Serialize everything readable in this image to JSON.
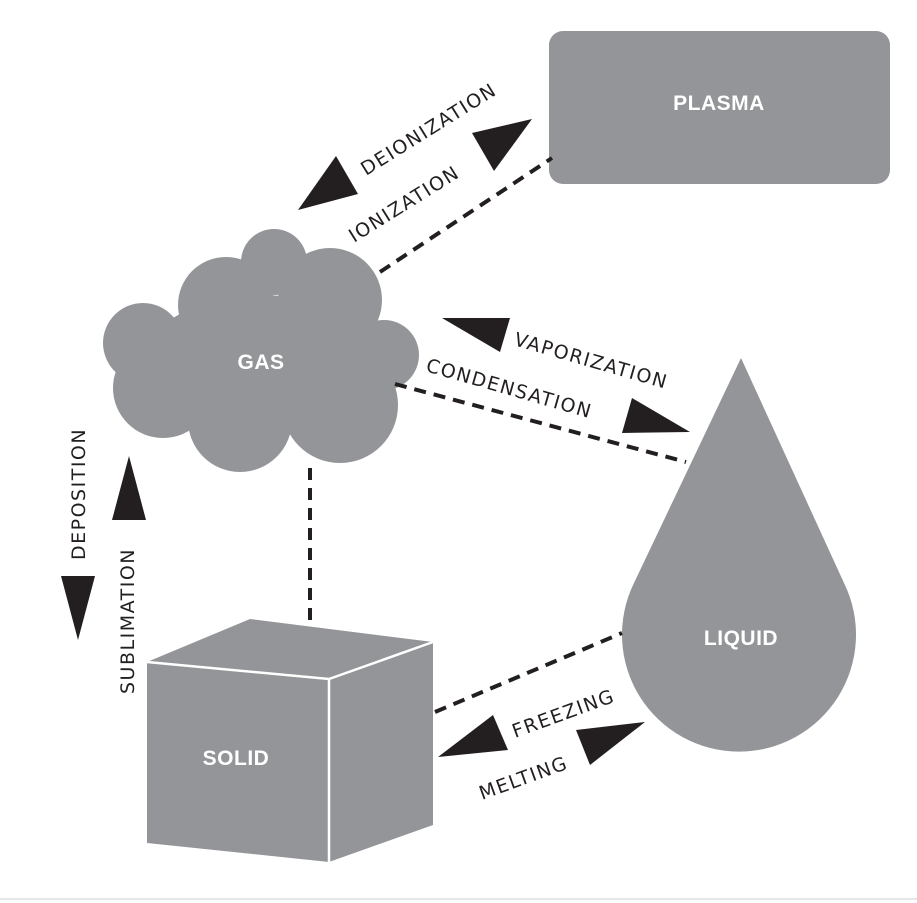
{
  "states": {
    "plasma": "PLASMA",
    "gas": "GAS",
    "liquid": "LIQUID",
    "solid": "SOLID"
  },
  "processes": {
    "deionization": "DEIONIZATION",
    "ionization": "IONIZATION",
    "vaporization": "VAPORIZATION",
    "condensation": "CONDENSATION",
    "deposition": "DEPOSITION",
    "sublimation": "SUBLIMATION",
    "freezing": "FREEZING",
    "melting": "MELTING"
  },
  "colors": {
    "shape_fill": "#939598",
    "ink": "#231f20",
    "label_text": "#ffffff"
  }
}
